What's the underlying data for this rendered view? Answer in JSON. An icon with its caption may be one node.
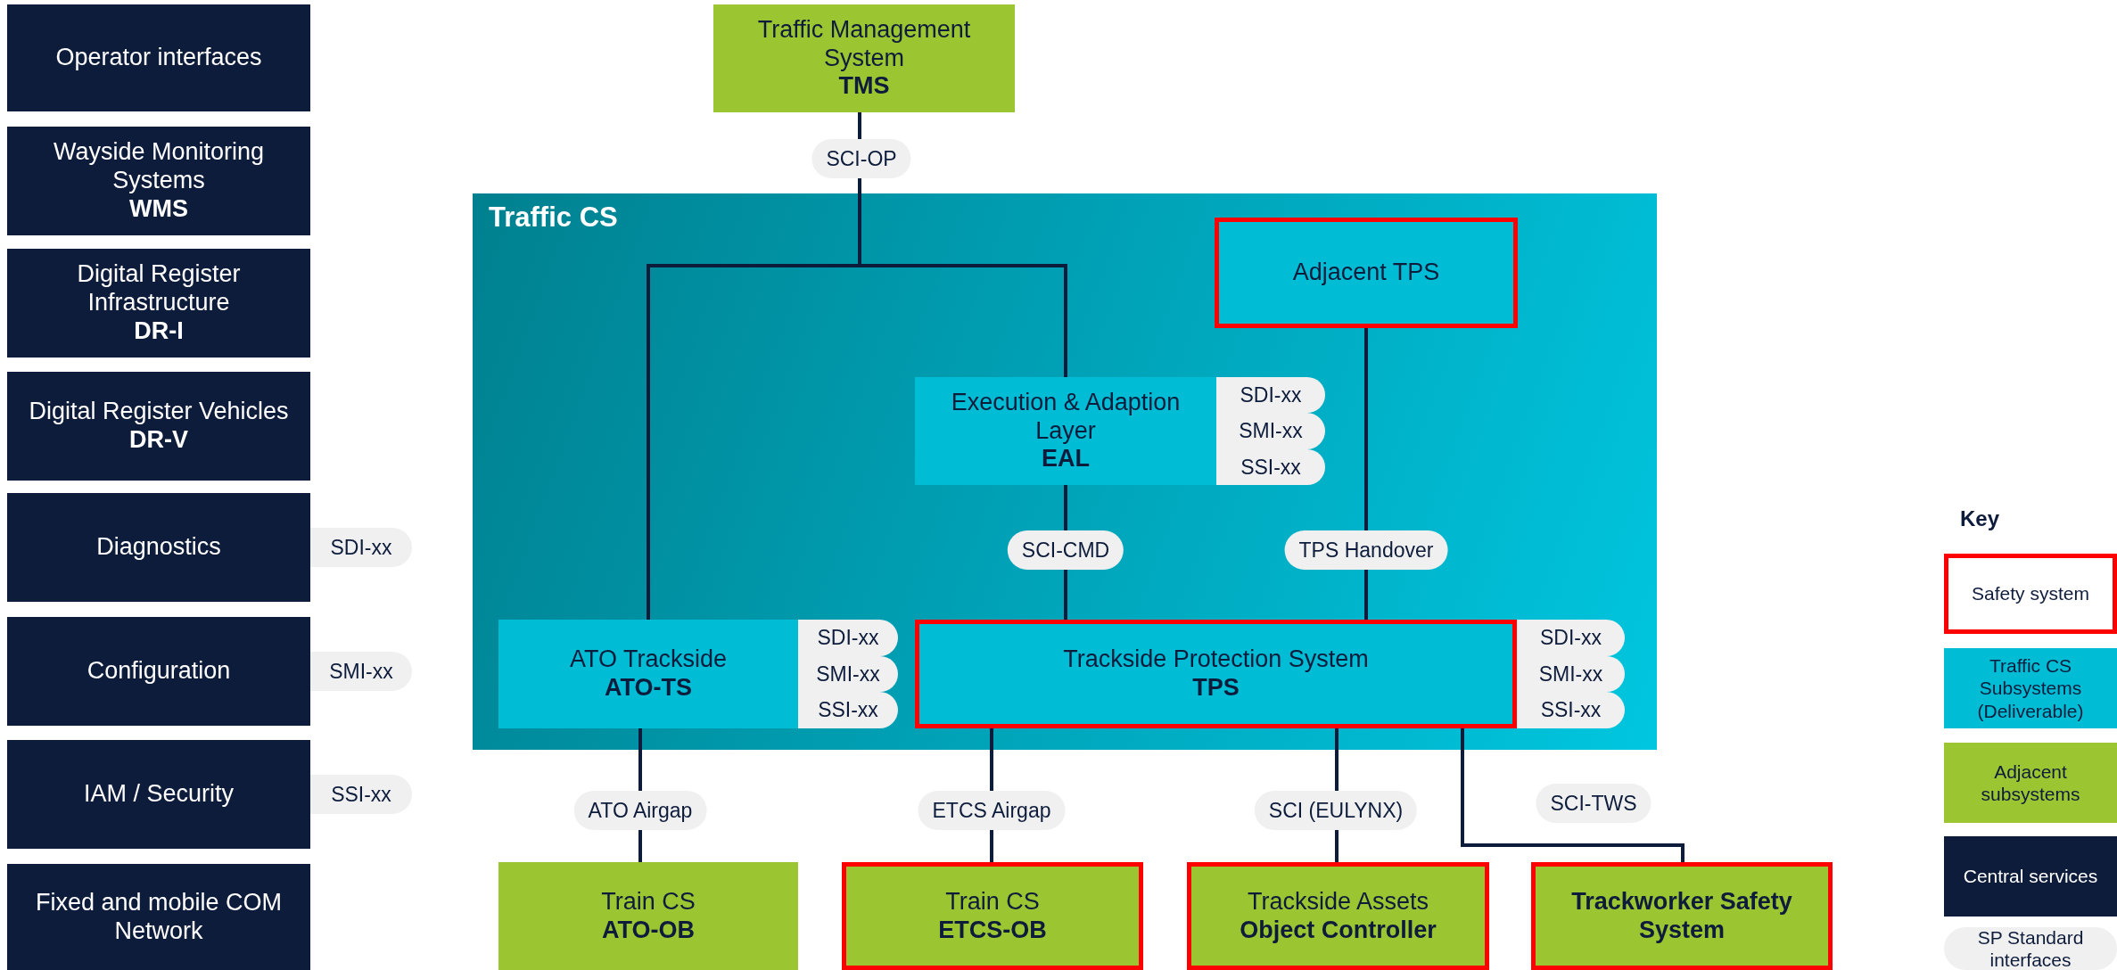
{
  "diagram": {
    "nodes": [
      {
        "text": [
          "Operator interfaces"
        ]
      },
      {
        "text": [
          "Wayside Monitoring Systems",
          "WMS"
        ]
      },
      {
        "text": [
          "Digital Register Infrastructure",
          "DR-I"
        ]
      },
      {
        "text": [
          "Digital Register Vehicles",
          "DR-V"
        ]
      },
      {
        "text": [
          "Diagnostics"
        ],
        "beside": [
          "SDI-xx"
        ]
      },
      {
        "text": [
          "Configuration"
        ],
        "beside": [
          "SMI-xx"
        ]
      },
      {
        "text": [
          "IAM / Security"
        ],
        "beside": [
          "SSI-xx"
        ]
      },
      {
        "text": [
          "Fixed and mobile COM Network"
        ]
      },
      {
        "text": [
          "Traffic Management System",
          "TMS"
        ]
      },
      {
        "text": [
          "Traffic CS"
        ]
      },
      {
        "text": [
          "Adjacent TPS"
        ],
        "in": 9
      },
      {
        "text": [
          "Execution & Adaption Layer",
          "EAL"
        ],
        "in": 9,
        "beside": [
          "SDI-xx",
          "SMI-xx",
          "SSI-xx"
        ]
      },
      {
        "text": [
          "ATO Trackside",
          "ATO-TS"
        ],
        "in": 9,
        "beside": [
          "SDI-xx",
          "SMI-xx",
          "SSI-xx"
        ]
      },
      {
        "text": [
          "Trackside Protection System",
          "TPS"
        ],
        "in": 9,
        "beside": [
          "SDI-xx",
          "SMI-xx",
          "SSI-xx"
        ]
      },
      {
        "text": [
          "Train CS",
          "ATO-OB"
        ]
      },
      {
        "text": [
          "Train CS",
          "ETCS-OB"
        ]
      },
      {
        "text": [
          "Trackside Assets",
          "Object Controller"
        ]
      },
      {
        "text": [
          "Trackworker Safety System"
        ]
      }
    ],
    "edges": [
      {
        "from": 8,
        "to": 12,
        "arrow": "none",
        "label": "SCI-OP"
      },
      {
        "from": 8,
        "to": 11,
        "arrow": "none"
      },
      {
        "from": 11,
        "to": 13,
        "arrow": "none",
        "label": "SCI-CMD"
      },
      {
        "from": 10,
        "to": 13,
        "arrow": "none",
        "label": "TPS Handover"
      },
      {
        "from": 12,
        "to": 14,
        "arrow": "none",
        "label": "ATO Airgap"
      },
      {
        "from": 13,
        "to": 15,
        "arrow": "none",
        "label": "ETCS Airgap"
      },
      {
        "from": 13,
        "to": 16,
        "arrow": "none",
        "label": "SCI (EULYNX)"
      },
      {
        "from": 13,
        "to": 17,
        "arrow": "none",
        "label": "SCI-TWS"
      }
    ],
    "labels": [
      "Key"
    ],
    "legend": [
      {
        "text": "Safety system"
      },
      {
        "text": "Traffic CS Subsystems (Deliverable)",
        "color": "#00bcd4"
      },
      {
        "text": "Adjacent subsystems",
        "color": "#9bc531"
      },
      {
        "text": "Central services",
        "color": "#0e1c3c"
      },
      {
        "text": "SP Standard interfaces",
        "color": "#f0f0f0"
      }
    ]
  }
}
